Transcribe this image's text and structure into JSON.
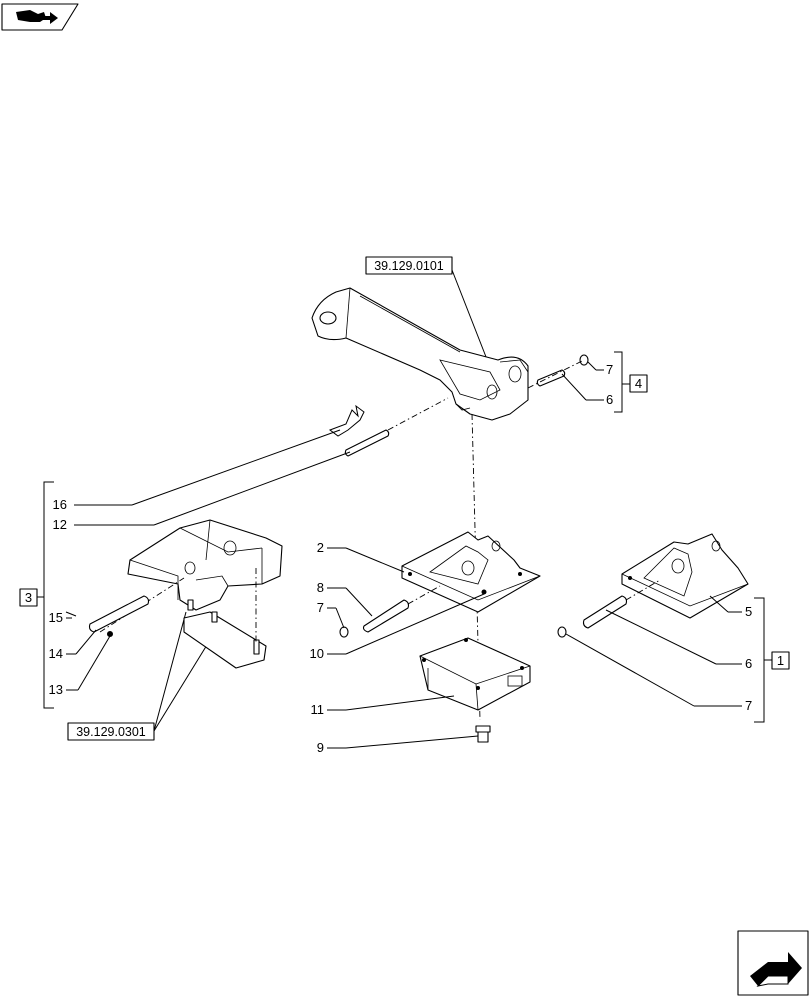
{
  "references": {
    "top": "39.129.0101",
    "bottom": "39.129.0301"
  },
  "groups": {
    "g1": "1",
    "g3": "3",
    "g4": "4"
  },
  "callouts": {
    "c16": "16",
    "c12": "12",
    "c2": "2",
    "c8": "8",
    "c7_left": "7",
    "c10": "10",
    "c11": "11",
    "c9": "9",
    "c15": "15",
    "c14": "14",
    "c13": "13",
    "c7_top": "7",
    "c6_top": "6",
    "c5": "5",
    "c6_right": "6",
    "c7_right": "7"
  },
  "icons": {
    "top_left": "book-arrow-icon",
    "bottom_right": "next-page-arrow-icon"
  }
}
